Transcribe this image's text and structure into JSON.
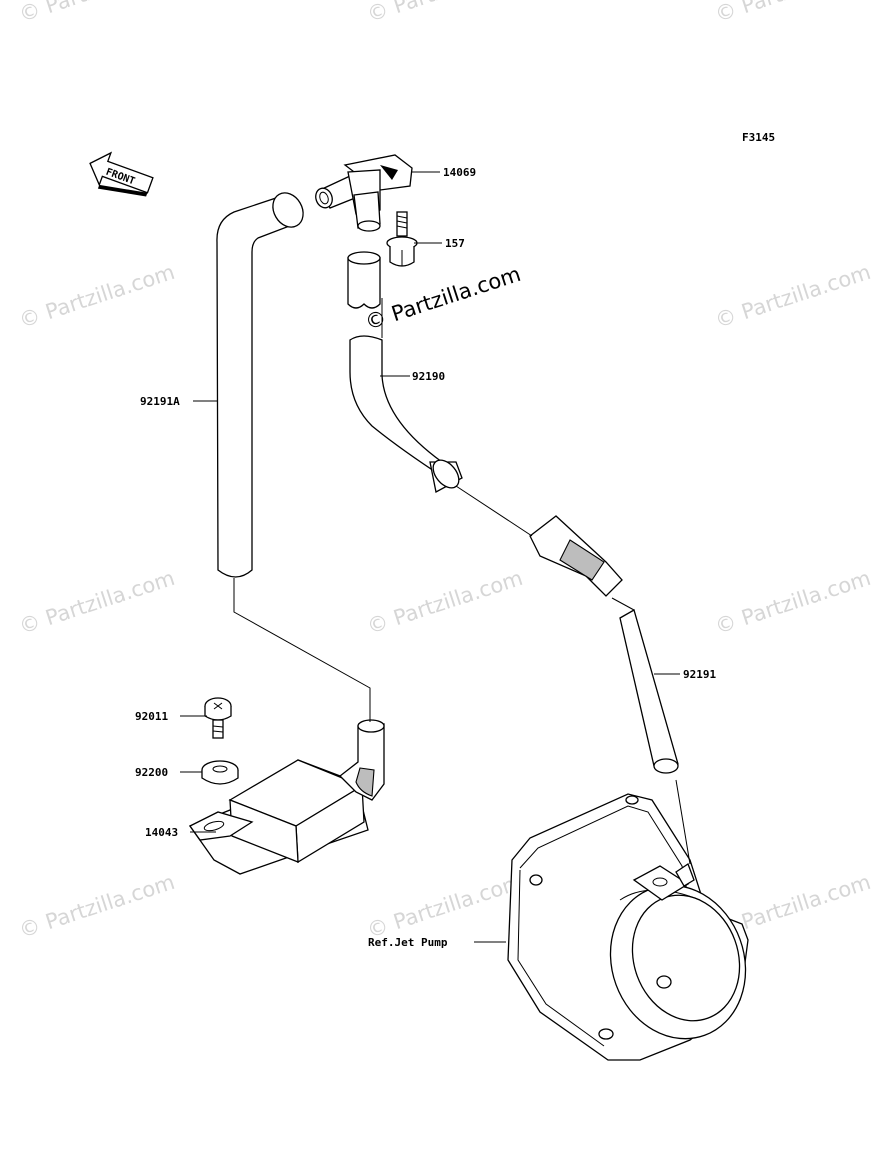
{
  "diagram": {
    "code": "F3145",
    "front_label": "FRONT",
    "watermark_text": "© Partzilla.com",
    "parts": [
      {
        "id": "14069",
        "label": "14069"
      },
      {
        "id": "157",
        "label": "157"
      },
      {
        "id": "92190",
        "label": "92190"
      },
      {
        "id": "92191A",
        "label": "92191A"
      },
      {
        "id": "92191",
        "label": "92191"
      },
      {
        "id": "92011",
        "label": "92011"
      },
      {
        "id": "92200",
        "label": "92200"
      },
      {
        "id": "14043",
        "label": "14043"
      },
      {
        "id": "ref-jet-pump",
        "label": "Ref.Jet Pump"
      }
    ]
  }
}
